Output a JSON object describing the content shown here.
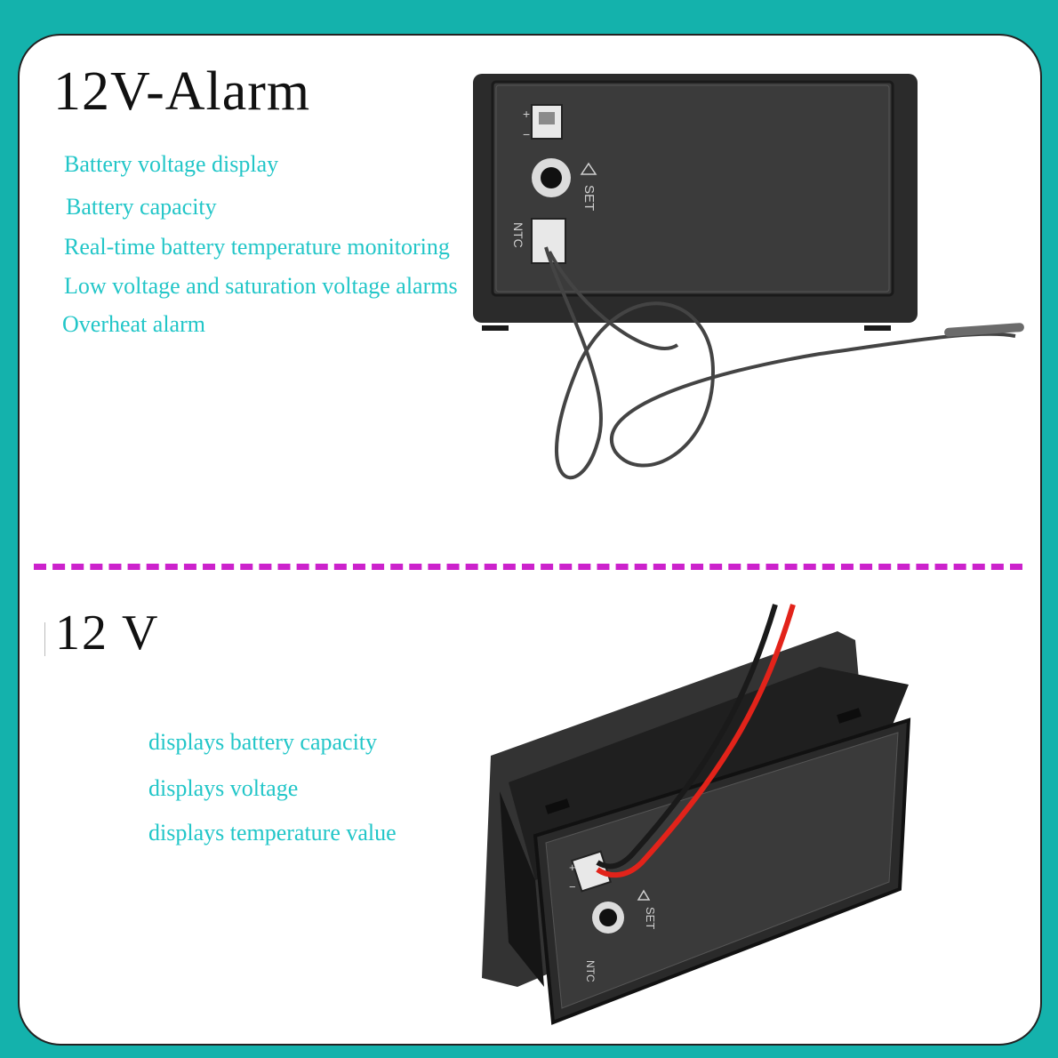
{
  "colors": {
    "frame_background": "#14b2ac",
    "card_background": "#ffffff",
    "feature_text": "#22c6c8",
    "divider": "#cc22cc",
    "title_text": "#111111"
  },
  "top_section": {
    "title": "12V-Alarm",
    "features": [
      "Battery voltage display",
      "Battery capacity",
      "Real-time battery temperature monitoring",
      "Low voltage and saturation voltage alarms",
      "Overheat alarm"
    ],
    "device_labels": {
      "plus": "+",
      "minus": "−",
      "set": "SET",
      "ntc": "NTC"
    }
  },
  "bottom_section": {
    "title": "12 V",
    "features": [
      "displays battery capacity",
      "displays voltage",
      "displays temperature value"
    ],
    "device_labels": {
      "plus": "+",
      "minus": "−",
      "set": "SET",
      "ntc": "NTC"
    }
  }
}
